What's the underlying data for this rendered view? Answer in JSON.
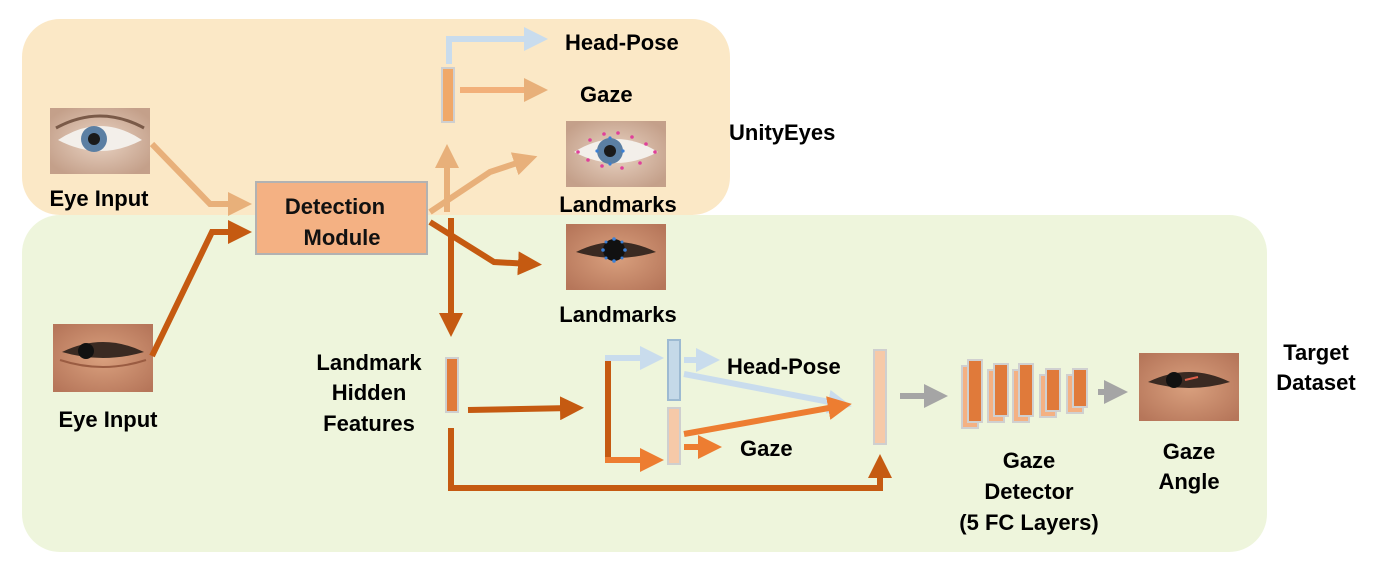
{
  "domain_regions": {
    "top": {
      "label": "UnityEyes"
    },
    "bottom": {
      "label_lines": [
        "Target",
        "Dataset"
      ]
    }
  },
  "inputs": {
    "synthetic_eye": "Eye Input",
    "real_eye": "Eye Input"
  },
  "detection_module": {
    "lines": [
      "Detection",
      "Module"
    ]
  },
  "outputs_top": {
    "head_pose": "Head-Pose",
    "gaze": "Gaze",
    "landmarks": "Landmarks"
  },
  "outputs_bottom": {
    "landmarks": "Landmarks",
    "hidden_features_lines": [
      "Landmark",
      "Hidden",
      "Features"
    ],
    "head_pose": "Head-Pose",
    "gaze": "Gaze"
  },
  "gaze_detector": {
    "lines": [
      "Gaze",
      "Detector",
      "(5 FC Layers)"
    ]
  },
  "final_output": {
    "lines": [
      "Gaze",
      "Angle"
    ]
  },
  "colors": {
    "top_region": "#fbe7c4",
    "bottom_region": "#eef5dc",
    "module_fill": "#f4b183",
    "arrow_light": "#e8b07a",
    "arrow_dark": "#c55a11",
    "arrow_orange": "#ed7d31",
    "arrow_blue": "#c5d9e8",
    "arrow_gray": "#a5a5a5"
  }
}
